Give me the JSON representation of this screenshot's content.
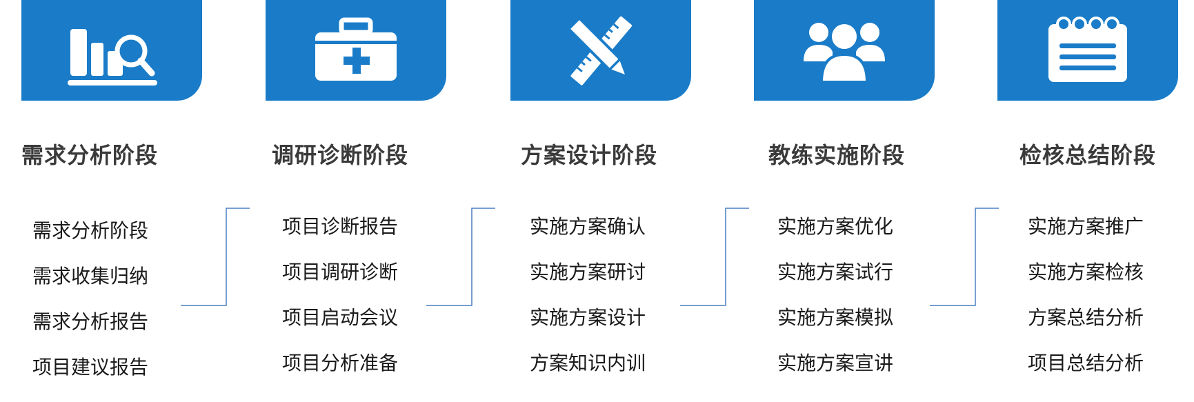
{
  "colors": {
    "tile_blue": "#1a7cc8",
    "line_blue": "#4a7fc0",
    "title_gray": "#3a3a3a"
  },
  "stages": [
    {
      "icon": "chart-search-icon",
      "title": "需求分析阶段",
      "items": [
        "需求分析阶段",
        "需求收集归纳",
        "需求分析报告",
        "项目建议报告"
      ]
    },
    {
      "icon": "medical-kit-icon",
      "title": "调研诊断阶段",
      "items": [
        "项目诊断报告",
        "项目调研诊断",
        "项目启动会议",
        "项目分析准备"
      ]
    },
    {
      "icon": "pencil-ruler-icon",
      "title": "方案设计阶段",
      "items": [
        "实施方案确认",
        "实施方案研讨",
        "实施方案设计",
        "方案知识内训"
      ]
    },
    {
      "icon": "users-group-icon",
      "title": "教练实施阶段",
      "items": [
        "实施方案优化",
        "实施方案试行",
        "实施方案模拟",
        "实施方案宣讲"
      ]
    },
    {
      "icon": "notepad-icon",
      "title": "检核总结阶段",
      "items": [
        "实施方案推广",
        "实施方案检核",
        "方案总结分析",
        "项目总结分析"
      ]
    }
  ]
}
